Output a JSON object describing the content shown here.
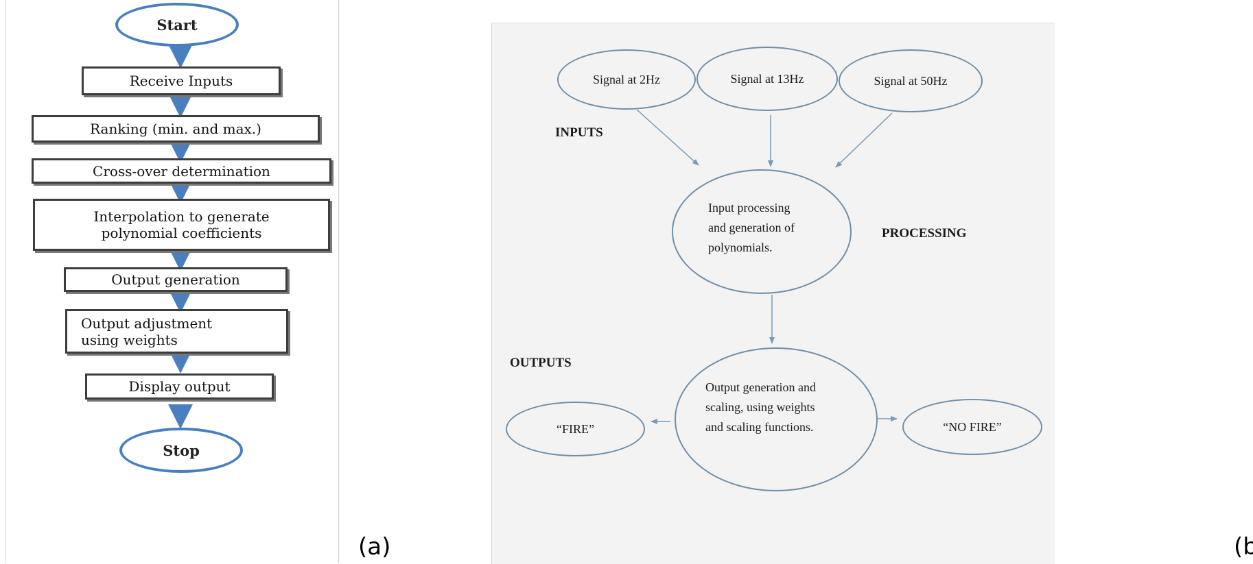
{
  "panel_a": {
    "label": "(a)",
    "start": "Start",
    "steps": [
      "Receive Inputs",
      "Ranking (min. and max.)",
      "Cross-over determination",
      "Interpolation to generate\npolynomial coefficients",
      "Output generation",
      "Output adjustment\nusing weights",
      "Display output"
    ],
    "stop": "Stop",
    "colors": {
      "oval_border": "#4a7fbf",
      "arrow": "#4a7fbf",
      "box_border": "#3d3d3d"
    }
  },
  "panel_b": {
    "label": "(b)",
    "inputs": [
      "Signal at 2Hz",
      "Signal at 13Hz",
      "Signal at 50Hz"
    ],
    "headings": {
      "inputs": "INPUTS",
      "processing": "PROCESSING",
      "outputs": "OUTPUTS"
    },
    "processing_text": "Input processing\nand generation of\npolynomials.",
    "output_text": "Output generation and\nscaling, using weights\nand scaling functions.",
    "results": [
      "“FIRE”",
      "“NO FIRE”"
    ],
    "colors": {
      "background": "#f3f3f3",
      "ellipse_border": "#6f8ea8",
      "arrow": "#7a9ab5"
    }
  }
}
